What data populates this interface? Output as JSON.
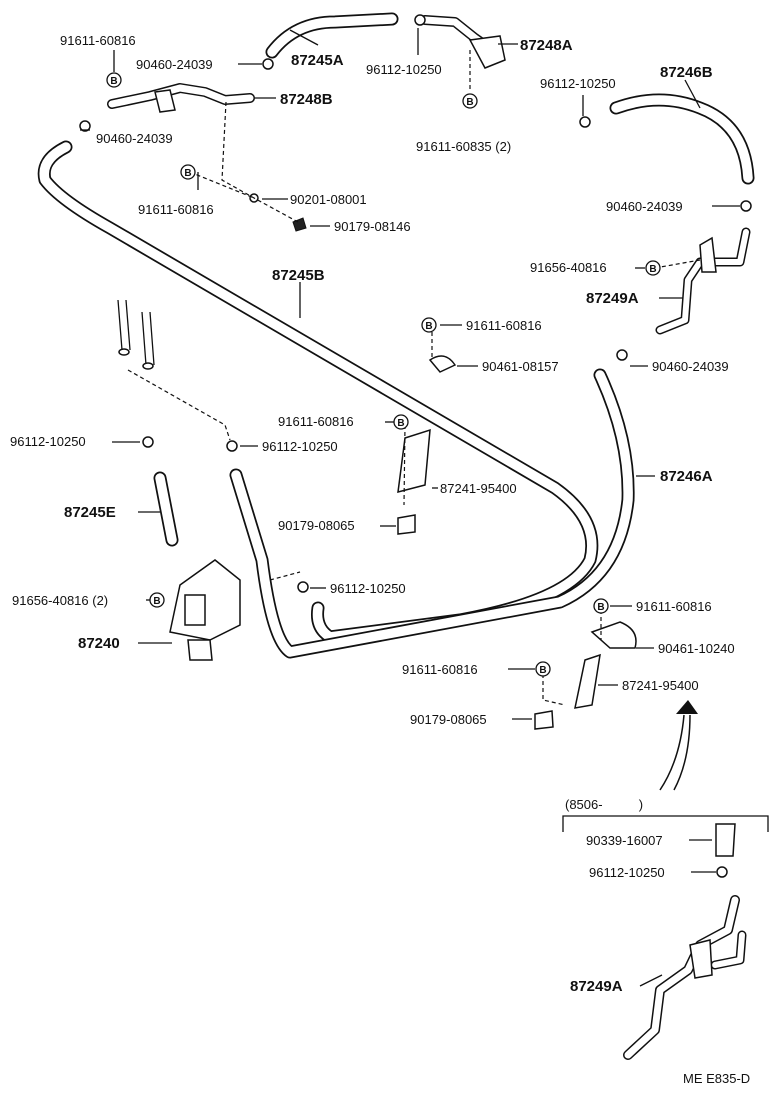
{
  "diagram_id": "ME E835-D",
  "bolt_symbol": "B",
  "labels": {
    "p91611_60816_tl": "91611-60816",
    "p90460_24039_top": "90460-24039",
    "p87245A": "87245A",
    "p96112_10250_top": "96112-10250",
    "p87248A": "87248A",
    "p87248B": "87248B",
    "p90460_24039_l2": "90460-24039",
    "p91611_60835": "91611-60835 (2)",
    "p96112_10250_tr": "96112-10250",
    "p87246B": "87246B",
    "p91611_60816_m": "91611-60816",
    "p90201_08001": "90201-08001",
    "p90179_08146": "90179-08146",
    "p90460_24039_r": "90460-24039",
    "p91656_40816_r": "91656-40816",
    "p87249A_upper": "87249A",
    "p87245B": "87245B",
    "p91611_60816_c": "91611-60816",
    "p90461_08157": "90461-08157",
    "p90460_24039_r2": "90460-24039",
    "p91611_60816_c2": "91611-60816",
    "p96112_10250_l": "96112-10250",
    "p96112_10250_m": "96112-10250",
    "p87246A": "87246A",
    "p87241_95400_c": "87241-95400",
    "p87245E": "87245E",
    "p90179_08065_c": "90179-08065",
    "p96112_10250_lower": "96112-10250",
    "p91656_40816_2": "91656-40816 (2)",
    "p91611_60816_r3": "91611-60816",
    "p87240": "87240",
    "p90461_10240": "90461-10240",
    "p91611_60816_r4": "91611-60816",
    "p87241_95400_r": "87241-95400",
    "p90179_08065_r": "90179-08065",
    "p8506": "(8506-          )",
    "p90339_16007": "90339-16007",
    "p96112_10250_b": "96112-10250",
    "p87249A_lower": "87249A"
  }
}
